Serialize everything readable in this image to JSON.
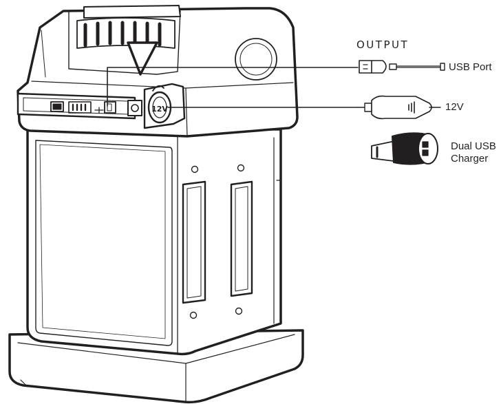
{
  "heading": "OUTPUT",
  "labels": {
    "usb_port": "USB Port",
    "twelve_v": "12V",
    "dual_usb_line1": "Dual USB",
    "dual_usb_line2": "Charger"
  },
  "panel": {
    "socket_text": "12V"
  },
  "colors": {
    "stroke": "#231f20",
    "background": "#ffffff"
  }
}
